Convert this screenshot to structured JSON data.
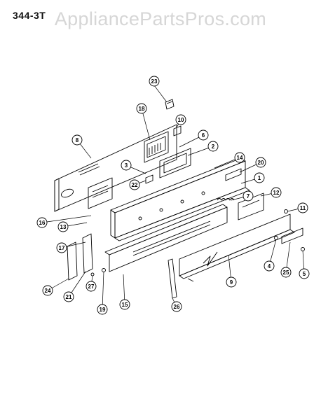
{
  "diagram": {
    "title": "344-3T",
    "watermark": "AppliancePartsPros.com",
    "line_color": "#000000",
    "callouts": [
      {
        "id": "23",
        "label": "23"
      },
      {
        "id": "18",
        "label": "18"
      },
      {
        "id": "10",
        "label": "10"
      },
      {
        "id": "8",
        "label": "8"
      },
      {
        "id": "6",
        "label": "6"
      },
      {
        "id": "2",
        "label": "2"
      },
      {
        "id": "3",
        "label": "3"
      },
      {
        "id": "14",
        "label": "14"
      },
      {
        "id": "20",
        "label": "20"
      },
      {
        "id": "22",
        "label": "22"
      },
      {
        "id": "1",
        "label": "1"
      },
      {
        "id": "12",
        "label": "12"
      },
      {
        "id": "7",
        "label": "7"
      },
      {
        "id": "11",
        "label": "11"
      },
      {
        "id": "16",
        "label": "16"
      },
      {
        "id": "13",
        "label": "13"
      },
      {
        "id": "17",
        "label": "17"
      },
      {
        "id": "4",
        "label": "4"
      },
      {
        "id": "25",
        "label": "25"
      },
      {
        "id": "5",
        "label": "5"
      },
      {
        "id": "24",
        "label": "24"
      },
      {
        "id": "21",
        "label": "21"
      },
      {
        "id": "27",
        "label": "27"
      },
      {
        "id": "19",
        "label": "19"
      },
      {
        "id": "15",
        "label": "15"
      },
      {
        "id": "26",
        "label": "26"
      },
      {
        "id": "9",
        "label": "9"
      }
    ]
  }
}
